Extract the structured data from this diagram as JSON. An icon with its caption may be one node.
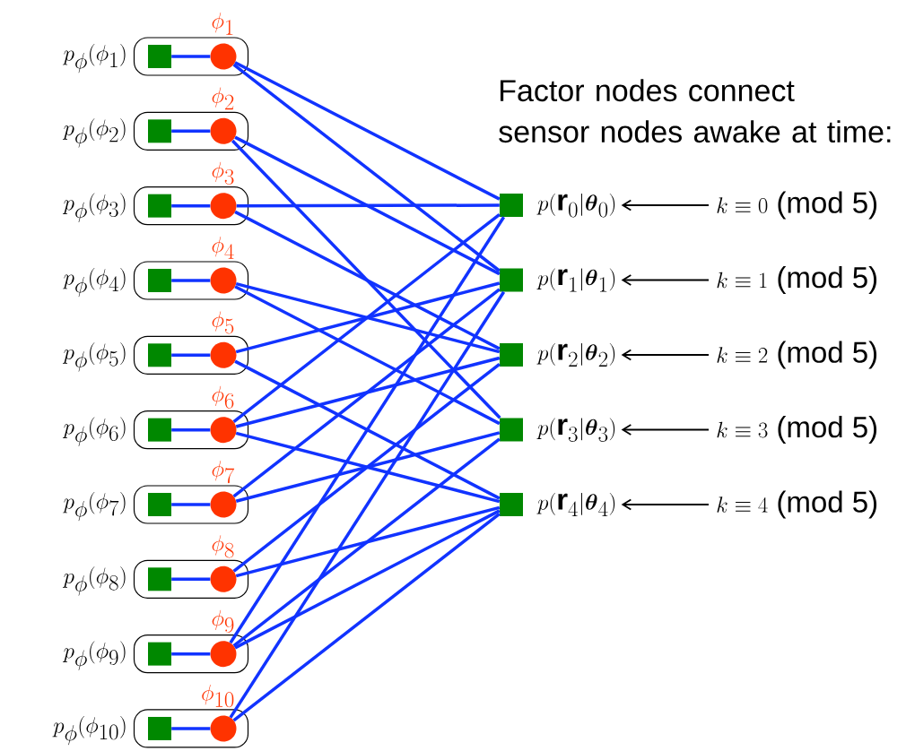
{
  "diagram": {
    "nodes": [
      {
        "text": [
          "\\phi_1"
        ],
        "beside": [
          "p_\\phi(\\phi_1)"
        ]
      },
      {
        "text": [],
        "shape": "box",
        "in": 0
      },
      {
        "text": [],
        "shape": "circle",
        "in": 0
      },
      {
        "text": [
          "\\phi_2"
        ],
        "beside": [
          "p_\\phi(\\phi_2)"
        ]
      },
      {
        "text": [],
        "shape": "box",
        "in": 3
      },
      {
        "text": [],
        "shape": "circle",
        "in": 3
      },
      {
        "text": [
          "\\phi_3"
        ],
        "beside": [
          "p_\\phi(\\phi_3)"
        ]
      },
      {
        "text": [],
        "shape": "box",
        "in": 6
      },
      {
        "text": [],
        "shape": "circle",
        "in": 6
      },
      {
        "text": [
          "\\phi_4"
        ],
        "beside": [
          "p_\\phi(\\phi_4)"
        ]
      },
      {
        "text": [],
        "shape": "box",
        "in": 9
      },
      {
        "text": [],
        "shape": "circle",
        "in": 9
      },
      {
        "text": [
          "\\phi_5"
        ],
        "beside": [
          "p_\\phi(\\phi_5)"
        ]
      },
      {
        "text": [],
        "shape": "box",
        "in": 12
      },
      {
        "text": [],
        "shape": "circle",
        "in": 12
      },
      {
        "text": [
          "\\phi_6"
        ],
        "beside": [
          "p_\\phi(\\phi_6)"
        ]
      },
      {
        "text": [],
        "shape": "box",
        "in": 15
      },
      {
        "text": [],
        "shape": "circle",
        "in": 15
      },
      {
        "text": [
          "\\phi_7"
        ],
        "beside": [
          "p_\\phi(\\phi_7)"
        ]
      },
      {
        "text": [],
        "shape": "box",
        "in": 18
      },
      {
        "text": [],
        "shape": "circle",
        "in": 18
      },
      {
        "text": [
          "\\phi_8"
        ],
        "beside": [
          "p_\\phi(\\phi_8)"
        ]
      },
      {
        "text": [],
        "shape": "box",
        "in": 21
      },
      {
        "text": [],
        "shape": "circle",
        "in": 21
      },
      {
        "text": [
          "\\phi_9"
        ],
        "beside": [
          "p_\\phi(\\phi_9)"
        ]
      },
      {
        "text": [],
        "shape": "box",
        "in": 24
      },
      {
        "text": [],
        "shape": "circle",
        "in": 24
      },
      {
        "text": [
          "\\phi_{10}"
        ],
        "beside": [
          "p_\\phi(\\phi_{10})"
        ]
      },
      {
        "text": [],
        "shape": "box",
        "in": 27
      },
      {
        "text": [],
        "shape": "circle",
        "in": 27
      },
      {
        "text": [],
        "shape": "box",
        "beside": [
          "p(\\mathbf{r}_0|\\boldsymbol{\\theta}_0)"
        ]
      },
      {
        "text": [
          "k \\equiv 0~\\text{(mod 5)}"
        ]
      },
      {
        "text": [],
        "shape": "box",
        "beside": [
          "p(\\mathbf{r}_1|\\boldsymbol{\\theta}_1)"
        ]
      },
      {
        "text": [
          "k \\equiv 1~\\text{(mod 5)}"
        ]
      },
      {
        "text": [],
        "shape": "box",
        "beside": [
          "p(\\mathbf{r}_2|\\boldsymbol{\\theta}_2)"
        ]
      },
      {
        "text": [
          "k \\equiv 2~\\text{(mod 5)}"
        ]
      },
      {
        "text": [],
        "shape": "box",
        "beside": [
          "p(\\mathbf{r}_3|\\boldsymbol{\\theta}_3)"
        ]
      },
      {
        "text": [
          "k \\equiv 3~\\text{(mod 5)}"
        ]
      },
      {
        "text": [],
        "shape": "box",
        "beside": [
          "p(\\mathbf{r}_4|\\boldsymbol{\\theta}_4)"
        ]
      },
      {
        "text": [
          "k \\equiv 4~\\text{(mod 5)}"
        ]
      }
    ],
    "edges": [
      {
        "from": 1,
        "to": 2,
        "arrow": "none"
      },
      {
        "from": 4,
        "to": 5,
        "arrow": "none"
      },
      {
        "from": 7,
        "to": 8,
        "arrow": "none"
      },
      {
        "from": 10,
        "to": 11,
        "arrow": "none"
      },
      {
        "from": 13,
        "to": 14,
        "arrow": "none"
      },
      {
        "from": 16,
        "to": 17,
        "arrow": "none"
      },
      {
        "from": 19,
        "to": 20,
        "arrow": "none"
      },
      {
        "from": 22,
        "to": 23,
        "arrow": "none"
      },
      {
        "from": 25,
        "to": 26,
        "arrow": "none"
      },
      {
        "from": 28,
        "to": 29,
        "arrow": "none"
      },
      {
        "from": 2,
        "to": 30,
        "arrow": "none"
      },
      {
        "from": 2,
        "to": 32,
        "arrow": "none"
      },
      {
        "from": 5,
        "to": 32,
        "arrow": "none"
      },
      {
        "from": 5,
        "to": 36,
        "arrow": "none"
      },
      {
        "from": 8,
        "to": 30,
        "arrow": "none"
      },
      {
        "from": 8,
        "to": 34,
        "arrow": "none"
      },
      {
        "from": 11,
        "to": 34,
        "arrow": "none"
      },
      {
        "from": 11,
        "to": 36,
        "arrow": "none"
      },
      {
        "from": 14,
        "to": 32,
        "arrow": "none"
      },
      {
        "from": 14,
        "to": 38,
        "arrow": "none"
      },
      {
        "from": 17,
        "to": 30,
        "arrow": "none"
      },
      {
        "from": 17,
        "to": 34,
        "arrow": "none"
      },
      {
        "from": 17,
        "to": 38,
        "arrow": "none"
      },
      {
        "from": 20,
        "to": 32,
        "arrow": "none"
      },
      {
        "from": 20,
        "to": 36,
        "arrow": "none"
      },
      {
        "from": 23,
        "to": 34,
        "arrow": "none"
      },
      {
        "from": 23,
        "to": 38,
        "arrow": "none"
      },
      {
        "from": 26,
        "to": 30,
        "arrow": "none"
      },
      {
        "from": 26,
        "to": 36,
        "arrow": "none"
      },
      {
        "from": 26,
        "to": 38,
        "arrow": "none"
      },
      {
        "from": 29,
        "to": 32,
        "arrow": "none"
      },
      {
        "from": 29,
        "to": 38,
        "arrow": "none"
      },
      {
        "from": 31,
        "to": 30,
        "arrow": "to",
        "color": "#000000"
      },
      {
        "from": 33,
        "to": 32,
        "arrow": "to",
        "color": "#000000"
      },
      {
        "from": 35,
        "to": 34,
        "arrow": "to",
        "color": "#000000"
      },
      {
        "from": 37,
        "to": 36,
        "arrow": "to",
        "color": "#000000"
      },
      {
        "from": 39,
        "to": 38,
        "arrow": "to",
        "color": "#000000"
      }
    ],
    "labels": [
      "Factor nodes connect sensor nodes awake at time:"
    ]
  }
}
